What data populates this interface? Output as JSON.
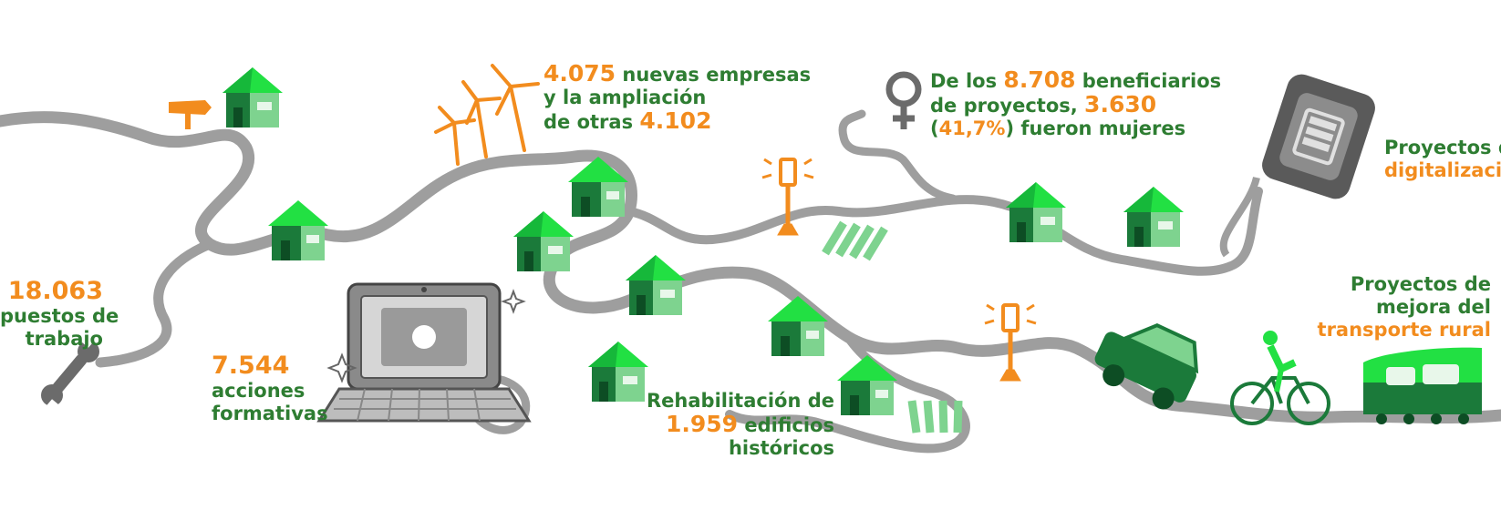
{
  "stats": {
    "jobs": {
      "number": "18.063",
      "line1": "puestos de",
      "line2": "trabajo"
    },
    "training": {
      "number": "7.544",
      "line1": "acciones",
      "line2": "formativas"
    },
    "companies": {
      "number": "4.075",
      "line1": " nuevas empresas",
      "line2": "y la ampliación",
      "line3": "de otras ",
      "number2": "4.102"
    },
    "buildings": {
      "line1": "Rehabilitación de",
      "number": "1.959",
      "line2": " edificios",
      "line3": "históricos"
    },
    "women": {
      "line1a": "De los ",
      "number": "8.708",
      "line1b": " beneficiarios",
      "line2a": "de proyectos, ",
      "number2": "3.630",
      "line3a": "(",
      "pct": "41,7%",
      "line3b": ") fueron mujeres"
    },
    "digital": {
      "line1": "Proyectos de",
      "line2": "digitalización"
    },
    "transport": {
      "line1": "Proyectos de",
      "line2": "mejora del",
      "line3": "transporte rural"
    }
  },
  "colors": {
    "road": "#9e9e9e",
    "green_dark": "#1b7a3a",
    "green_light": "#7ed38f",
    "green_bright": "#22e043",
    "orange": "#f28c1e",
    "text_green": "#2e7d32",
    "gray": "#6b6b6b"
  }
}
